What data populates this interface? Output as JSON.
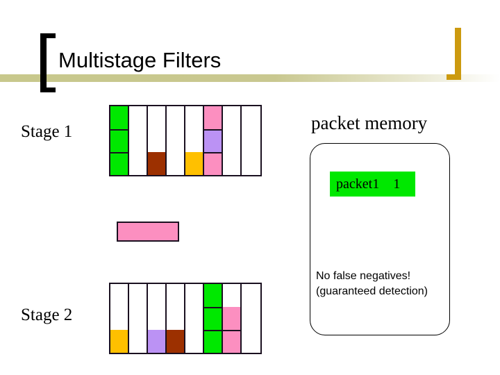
{
  "slide": {
    "title": "Multistage Filters",
    "background": "#ffffff"
  },
  "decoration": {
    "bracket_left_color": "#000000",
    "bracket_right_color": "#cc9a10",
    "band_color": "#c8c88c"
  },
  "colors": {
    "green": "#00e800",
    "pink": "#fc8fc0",
    "purple": "#bb92f4",
    "brown": "#9c3000",
    "gold": "#ffc000",
    "white": "#ffffff",
    "outline": "#1a1020"
  },
  "stages": [
    {
      "label": "Stage 1",
      "columns": [
        [
          "green",
          "green",
          "green"
        ],
        [
          "white",
          "white",
          "white"
        ],
        [
          "white",
          "white",
          "brown"
        ],
        [
          "white",
          "white",
          "white"
        ],
        [
          "white",
          "white",
          "gold"
        ],
        [
          "pink",
          "purple",
          "pink"
        ],
        [
          "white",
          "white",
          "white"
        ],
        [
          "white",
          "white",
          "white"
        ]
      ]
    },
    {
      "label": "Stage 2",
      "columns": [
        [
          "white",
          "white",
          "gold"
        ],
        [
          "white",
          "white",
          "white"
        ],
        [
          "white",
          "white",
          "purple"
        ],
        [
          "white",
          "white",
          "brown"
        ],
        [
          "white",
          "white",
          "white"
        ],
        [
          "green",
          "green",
          "green"
        ],
        [
          "white",
          "pink",
          "pink"
        ],
        [
          "white",
          "white",
          "white"
        ]
      ]
    }
  ],
  "pink_bar": {
    "color": "pink"
  },
  "packet_memory": {
    "title": "packet memory",
    "packet_chip_label": "packet1    1",
    "packet_chip_color": "green",
    "note_line1": "No false negatives!",
    "note_line2": "(guaranteed detection)"
  }
}
